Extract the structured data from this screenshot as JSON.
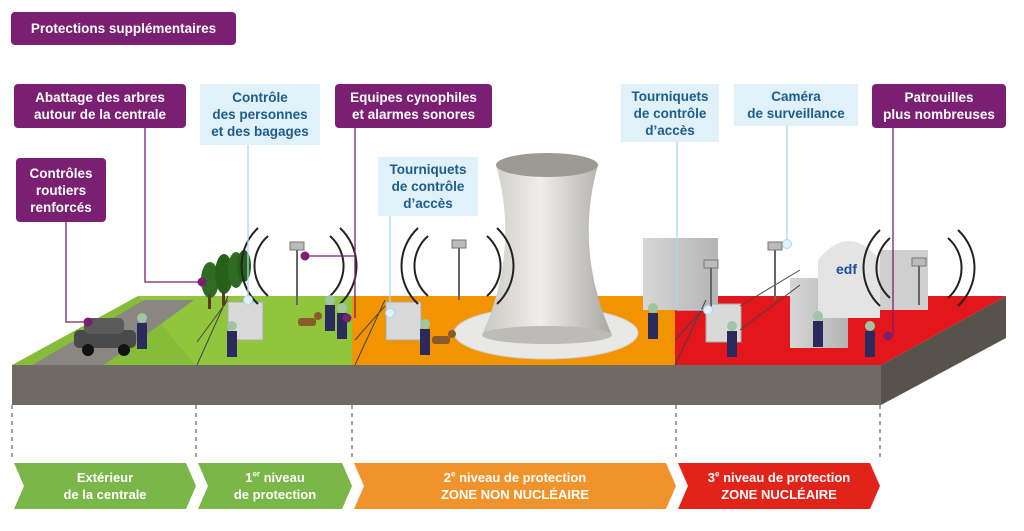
{
  "header": {
    "title": "Protections supplémentaires"
  },
  "callouts": {
    "trees": "Abattage des arbres\nautour de la centrale",
    "roads": "Contrôles\nroutiers\nrenforcés",
    "people": "Contrôle\ndes personnes\net des bagages",
    "dogs": "Equipes cynophiles\net alarmes sonores",
    "turnstile1": "Tourniquets\nde contrôle\nd’accès",
    "turnstile2": "Tourniquets\nde contrôle\nd’accès",
    "camera": "Caméra\nde surveillance",
    "patrols": "Patrouilles\nplus nombreuses"
  },
  "building_logo": "edf",
  "zones": [
    {
      "line1": "Extérieur",
      "line2": "de la centrale"
    },
    {
      "line1_num": "1",
      "line1_sup": "er",
      "line1_rest": " niveau",
      "line2": "de protection"
    },
    {
      "line1_num": "2",
      "line1_sup": "e",
      "line1_rest": " niveau de protection",
      "line2": "ZONE NON NUCLÉAIRE"
    },
    {
      "line1_num": "3",
      "line1_sup": "e",
      "line1_rest": " niveau de protection",
      "line2": "ZONE NUCLÉAIRE"
    }
  ],
  "colors": {
    "purple": "#7b1f72",
    "label_blue_bg": "#e1f1f9",
    "label_blue_text": "#1c5d8b",
    "zone_green": "#7ab648",
    "zone_orange": "#f0932b",
    "zone_red": "#e2231a",
    "ground": "#6f6a63"
  }
}
